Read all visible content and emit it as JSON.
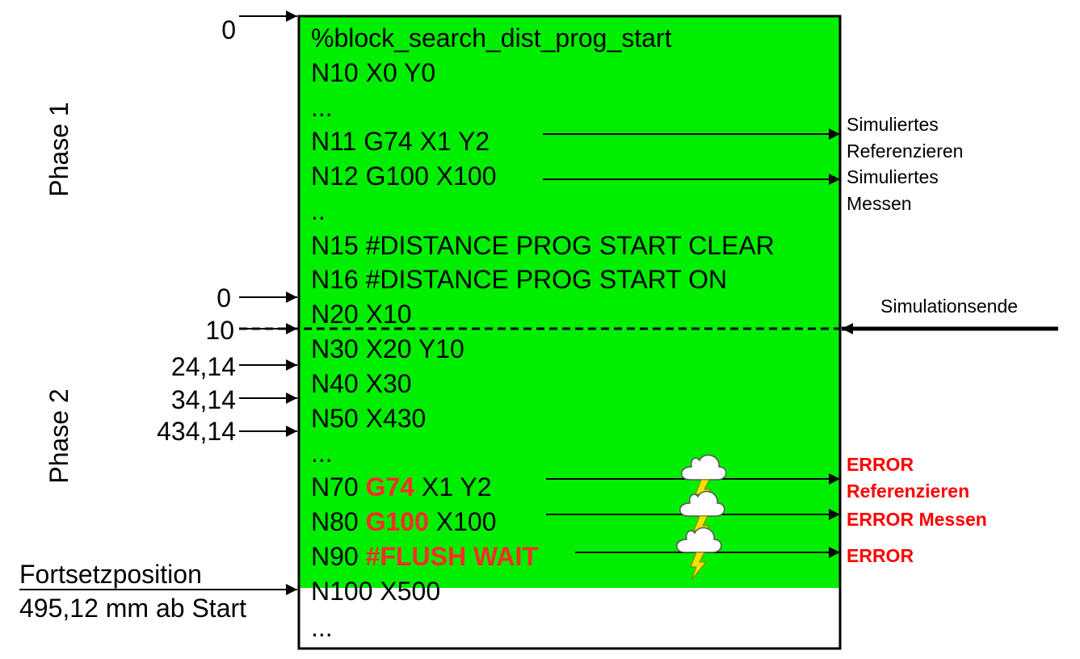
{
  "program_lines": [
    {
      "prefix": "%block_search_dist_prog_start",
      "kw": "",
      "rest": ""
    },
    {
      "prefix": "N10 X0 Y0",
      "kw": "",
      "rest": ""
    },
    {
      "prefix": "...",
      "kw": "",
      "rest": ""
    },
    {
      "prefix": "N11 G74 X1 Y2",
      "kw": "",
      "rest": ""
    },
    {
      "prefix": "N12 G100 X100",
      "kw": "",
      "rest": ""
    },
    {
      "prefix": "..",
      "kw": "",
      "rest": ""
    },
    {
      "prefix": "N15 #DISTANCE PROG START CLEAR",
      "kw": "",
      "rest": ""
    },
    {
      "prefix": "N16 #DISTANCE PROG START ON",
      "kw": "",
      "rest": ""
    },
    {
      "prefix": "N20 X10",
      "kw": "",
      "rest": ""
    },
    {
      "prefix": "N30 X20 Y10",
      "kw": "",
      "rest": ""
    },
    {
      "prefix": "N40 X30",
      "kw": "",
      "rest": ""
    },
    {
      "prefix": "N50 X430",
      "kw": "",
      "rest": ""
    },
    {
      "prefix": "...",
      "kw": "",
      "rest": ""
    },
    {
      "prefix": "N70 ",
      "kw": "G74",
      "rest": " X1 Y2"
    },
    {
      "prefix": "N80 ",
      "kw": "G100",
      "rest": " X100"
    },
    {
      "prefix": "N90 ",
      "kw": "#FLUSH WAIT",
      "rest": ""
    },
    {
      "prefix": "N100 X500",
      "kw": "",
      "rest": ""
    },
    {
      "prefix": "...",
      "kw": "",
      "rest": ""
    }
  ],
  "phases": {
    "phase1": "Phase 1",
    "phase2": "Phase 2"
  },
  "positions": {
    "start0": "0",
    "phase2_0": "0",
    "ten": "10",
    "p24": "24,14",
    "p34": "34,14",
    "p434": "434,14"
  },
  "resume": {
    "line1": "Fortsetzposition",
    "line2": "495,12 mm ab Start"
  },
  "annotations": {
    "sim_ref_1": "Simuliertes",
    "sim_ref_2": "Referenzieren",
    "sim_mes_1": "Simuliertes",
    "sim_mes_2": "Messen",
    "sim_end": "Simulationsende",
    "err1_1": "ERROR",
    "err1_2": "Referenzieren",
    "err2": "ERROR Messen",
    "err3": "ERROR"
  },
  "colors": {
    "program_bg": "#00ee00",
    "error": "#ff0000",
    "keyword": "#ff2a2a",
    "bolt": "#f7e000"
  }
}
